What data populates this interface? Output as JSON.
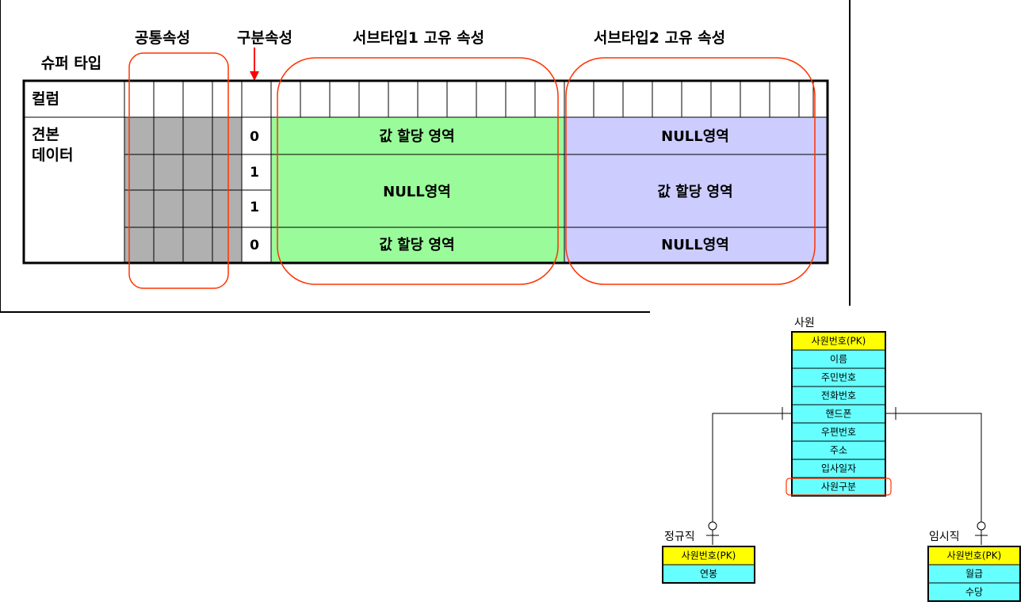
{
  "top_diagram": {
    "headers": {
      "common": "공통속성",
      "discriminator": "구분속성",
      "subtype1": "서브타입1 고유 속성",
      "subtype2": "서브타입2 고유 속성"
    },
    "supertype_label": "슈퍼 타입",
    "row_labels": {
      "column": "컬럼",
      "sample_line1": "견본",
      "sample_line2": "데이터"
    },
    "discriminator_values": [
      "0",
      "1",
      "1",
      "0"
    ],
    "subtype1_regions": [
      "값 할당 영역",
      "NULL영역",
      "값 할당 영역"
    ],
    "subtype2_regions": [
      "NULL영역",
      "값 할당 영역",
      "NULL영역"
    ],
    "colors": {
      "common_fill": "#b0b0b0",
      "subtype1_fill": "#99fb99",
      "subtype2_fill": "#ccccff",
      "highlight_outline": "#ff3300",
      "arrow": "#ff0000"
    }
  },
  "er_diagram": {
    "supertype": {
      "name": "사원",
      "pk": "사원번호(PK)",
      "attributes": [
        "이름",
        "주민번호",
        "전화번호",
        "핸드폰",
        "우편번호",
        "주소",
        "입사일자",
        "사원구분"
      ]
    },
    "subtype_regular": {
      "name": "정규직",
      "pk": "사원번호(PK)",
      "attributes": [
        "연봉"
      ]
    },
    "subtype_temporary": {
      "name": "임시직",
      "pk": "사원번호(PK)",
      "attributes": [
        "월급",
        "수당"
      ]
    },
    "colors": {
      "pk_fill": "#ffff00",
      "attr_fill": "#66ffff",
      "highlight": "#ff3300"
    }
  }
}
